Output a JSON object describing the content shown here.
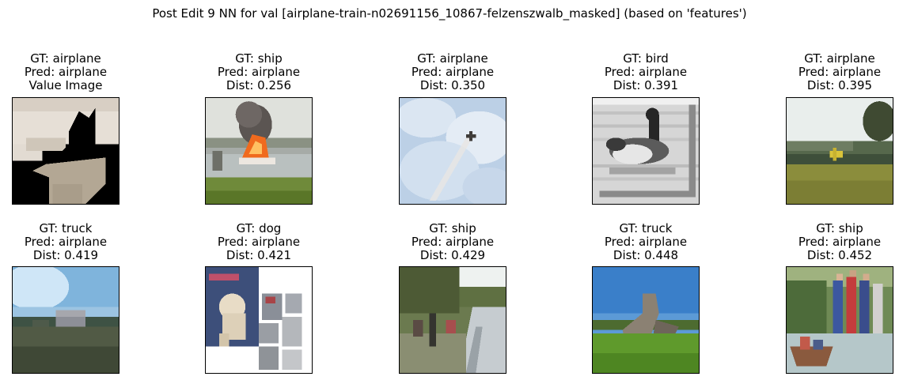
{
  "figure": {
    "title": "Post Edit 9 NN for val [airplane-train-n02691156_10867-felzenszwalb_masked] (based on 'features')"
  },
  "panels": [
    {
      "gt": "GT: airplane",
      "pred": "Pred: airplane",
      "dist": "Value Image",
      "scene": "masked-airplane"
    },
    {
      "gt": "GT: ship",
      "pred": "Pred: airplane",
      "dist": "Dist: 0.256",
      "scene": "burning-boat"
    },
    {
      "gt": "GT: airplane",
      "pred": "Pred: airplane",
      "dist": "Dist: 0.350",
      "scene": "plane-in-sky"
    },
    {
      "gt": "GT: bird",
      "pred": "Pred: airplane",
      "dist": "Dist: 0.391",
      "scene": "goose-on-water"
    },
    {
      "gt": "GT: airplane",
      "pred": "Pred: airplane",
      "dist": "Dist: 0.395",
      "scene": "plane-over-field"
    },
    {
      "gt": "GT: truck",
      "pred": "Pred: airplane",
      "dist": "Dist: 0.419",
      "scene": "truck-under-sky"
    },
    {
      "gt": "GT: dog",
      "pred": "Pred: airplane",
      "dist": "Dist: 0.421",
      "scene": "dog-collage"
    },
    {
      "gt": "GT: ship",
      "pred": "Pred: airplane",
      "dist": "Dist: 0.429",
      "scene": "people-by-river"
    },
    {
      "gt": "GT: truck",
      "pred": "Pred: airplane",
      "dist": "Dist: 0.448",
      "scene": "wreck-on-grass"
    },
    {
      "gt": "GT: ship",
      "pred": "Pred: airplane",
      "dist": "Dist: 0.452",
      "scene": "crowd-on-boat"
    }
  ]
}
